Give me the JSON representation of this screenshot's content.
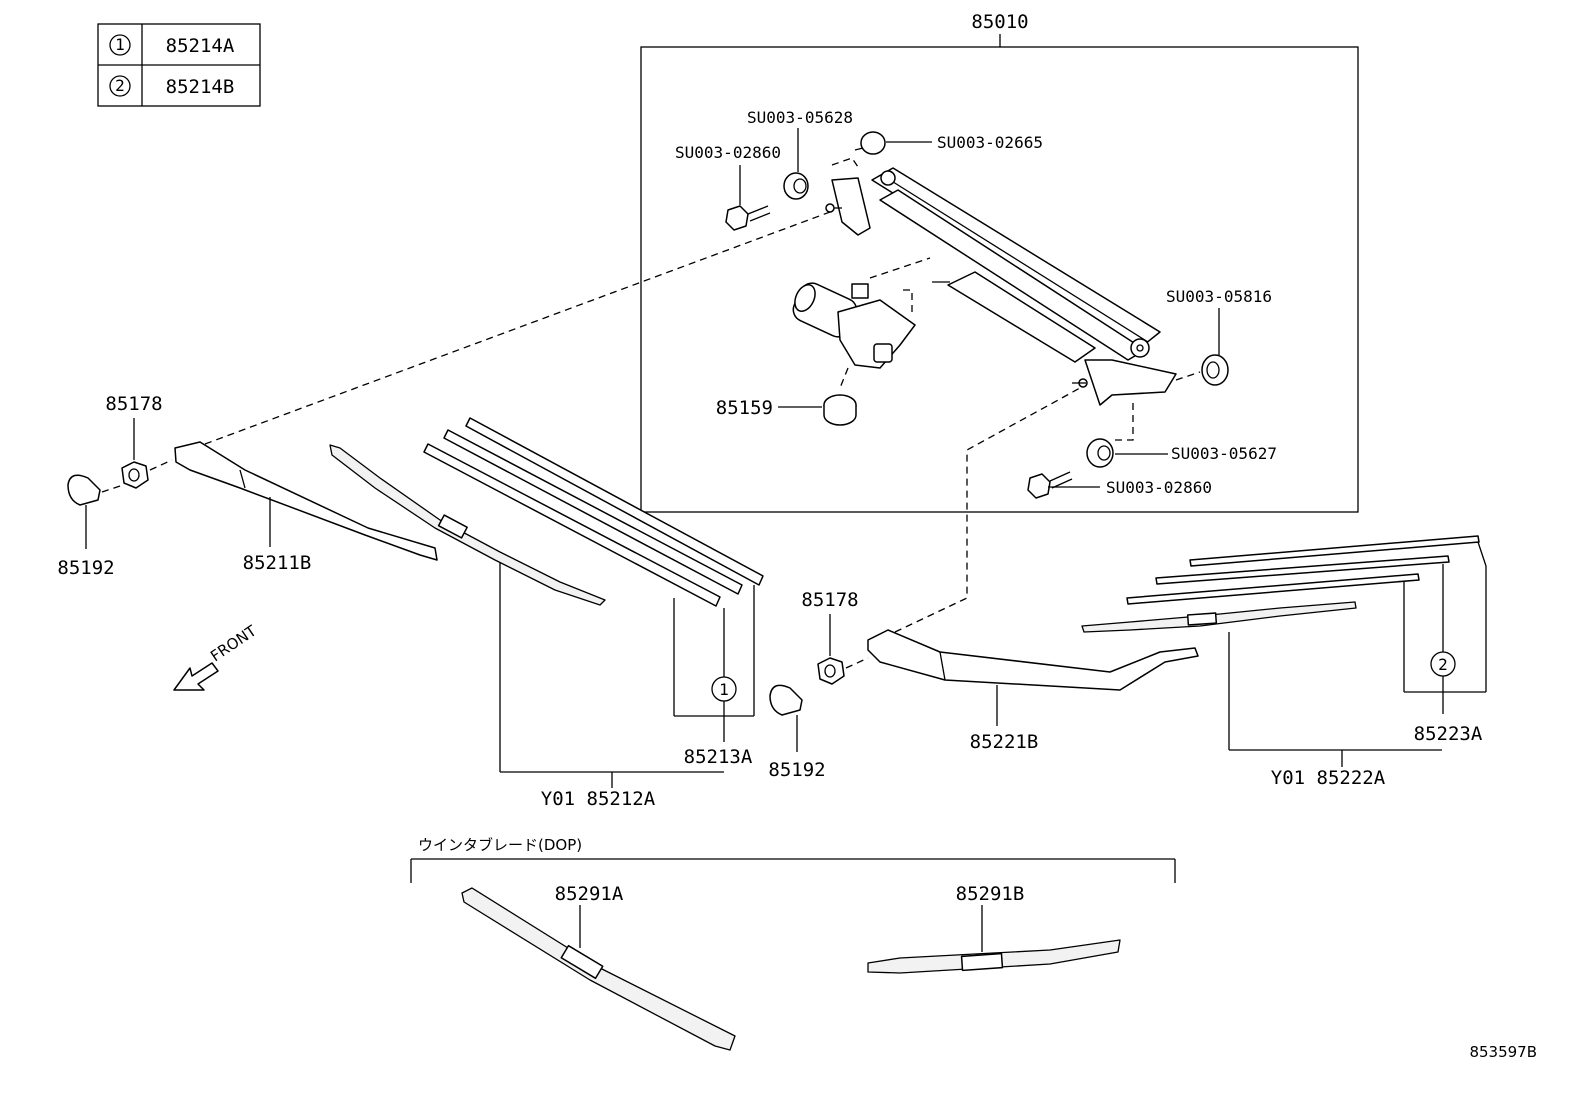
{
  "legend": {
    "rows": [
      {
        "marker": "1",
        "part": "85214A"
      },
      {
        "marker": "2",
        "part": "85214B"
      }
    ]
  },
  "labels": {
    "assembly": "85010",
    "su_05628": "SU003-05628",
    "su_02860_top": "SU003-02860",
    "su_02665": "SU003-02665",
    "su_05816": "SU003-05816",
    "su_05627": "SU003-05627",
    "su_02860_bottom": "SU003-02860",
    "motor_cap": "85159",
    "nut_left": "85178",
    "cap_left": "85192",
    "arm_left": "85211B",
    "blade_left": "Y01 85212A",
    "rubber_left": "85213A",
    "nut_right": "85178",
    "cap_right": "85192",
    "arm_right": "85221B",
    "blade_right": "Y01 85222A",
    "rubber_right": "85223A",
    "front": "FRONT",
    "marker_1": "1",
    "marker_2": "2",
    "option_group": "ウインタブレード(DOP)",
    "winter_left": "85291A",
    "winter_right": "85291B",
    "diagram_id": "853597B"
  },
  "icons": {
    "front_arrow": "front-arrow-icon"
  }
}
